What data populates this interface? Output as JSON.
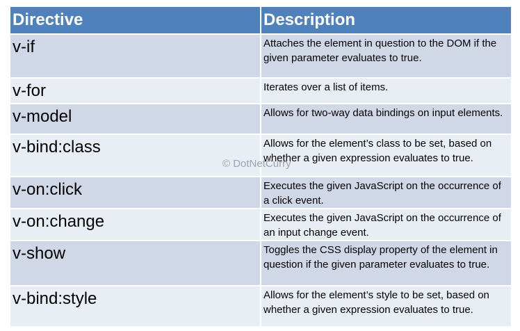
{
  "table": {
    "headers": [
      "Directive",
      "Description"
    ],
    "rows": [
      {
        "directive": "v-if",
        "description": "Attaches the element in question to the DOM if the given parameter evaluates to true."
      },
      {
        "directive": "v-for",
        "description": "Iterates over a list of items."
      },
      {
        "directive": "v-model",
        "description": "Allows for two-way data bindings on input elements."
      },
      {
        "directive": "v-bind:class",
        "description": "Allows for the element’s class to be set, based on whether a given expression evaluates to true."
      },
      {
        "directive": "v-on:click",
        "description": "Executes the given JavaScript on the occurrence of a click event."
      },
      {
        "directive": "v-on:change",
        "description": "Executes the given JavaScript on the occurrence of an input change event."
      },
      {
        "directive": "v-show",
        "description": "Toggles the CSS display property of the element in question if the given parameter evaluates to true."
      },
      {
        "directive": "v-bind:style",
        "description": "Allows for the element’s style to be set, based on whether a given expression evaluates to true."
      }
    ]
  },
  "watermark": "© DotNetCurry",
  "colors": {
    "header_bg": "#4f81bd",
    "row_dark": "#d0d8e8",
    "row_light": "#e9edf4"
  }
}
